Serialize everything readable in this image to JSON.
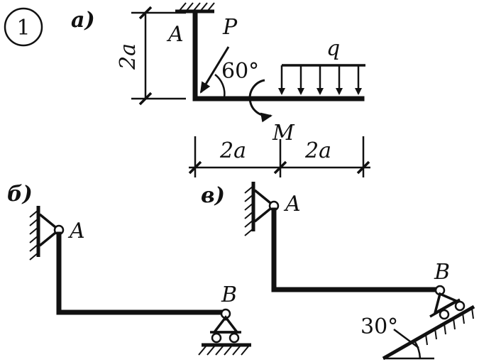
{
  "problem_number": "1",
  "variant_a": {
    "label": "а)",
    "support_label": "A",
    "force_label": "P",
    "angle_label": "60°",
    "load_label": "q",
    "moment_label": "M",
    "height_dim": "2a",
    "span_dim_left": "2a",
    "span_dim_right": "2a"
  },
  "variant_b": {
    "label": "б)",
    "left_support": "A",
    "right_support": "B"
  },
  "variant_v": {
    "label": "в)",
    "left_support": "A",
    "right_support": "B",
    "incline_angle": "30°"
  }
}
